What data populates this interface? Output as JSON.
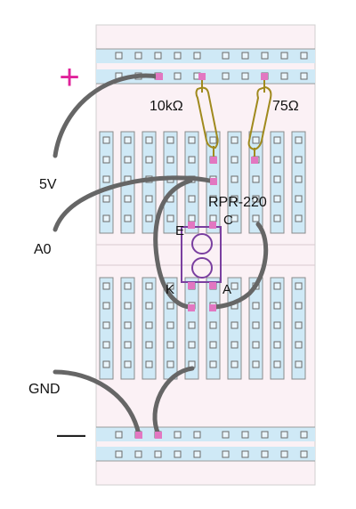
{
  "labels": {
    "plus": "+",
    "minus": "—",
    "v5": "5V",
    "a0": "A0",
    "gnd": "GND",
    "r1": "10kΩ",
    "r2": "75Ω",
    "sensor": "RPR-220",
    "pin_e": "E",
    "pin_c": "C",
    "pin_k": "K",
    "pin_a": "A"
  },
  "colors": {
    "breadboard": "#fbf1f5",
    "rail_strip": "#cfe9f6",
    "hole": "#d9eef8",
    "hole_border": "#6b6b6b",
    "active_pin": "#e277c1",
    "wire": "#666666",
    "resistor": "#a08a1e",
    "sensor": "#7a3fa0",
    "plus_sign": "#e0229a",
    "minus_sign": "#222222"
  }
}
